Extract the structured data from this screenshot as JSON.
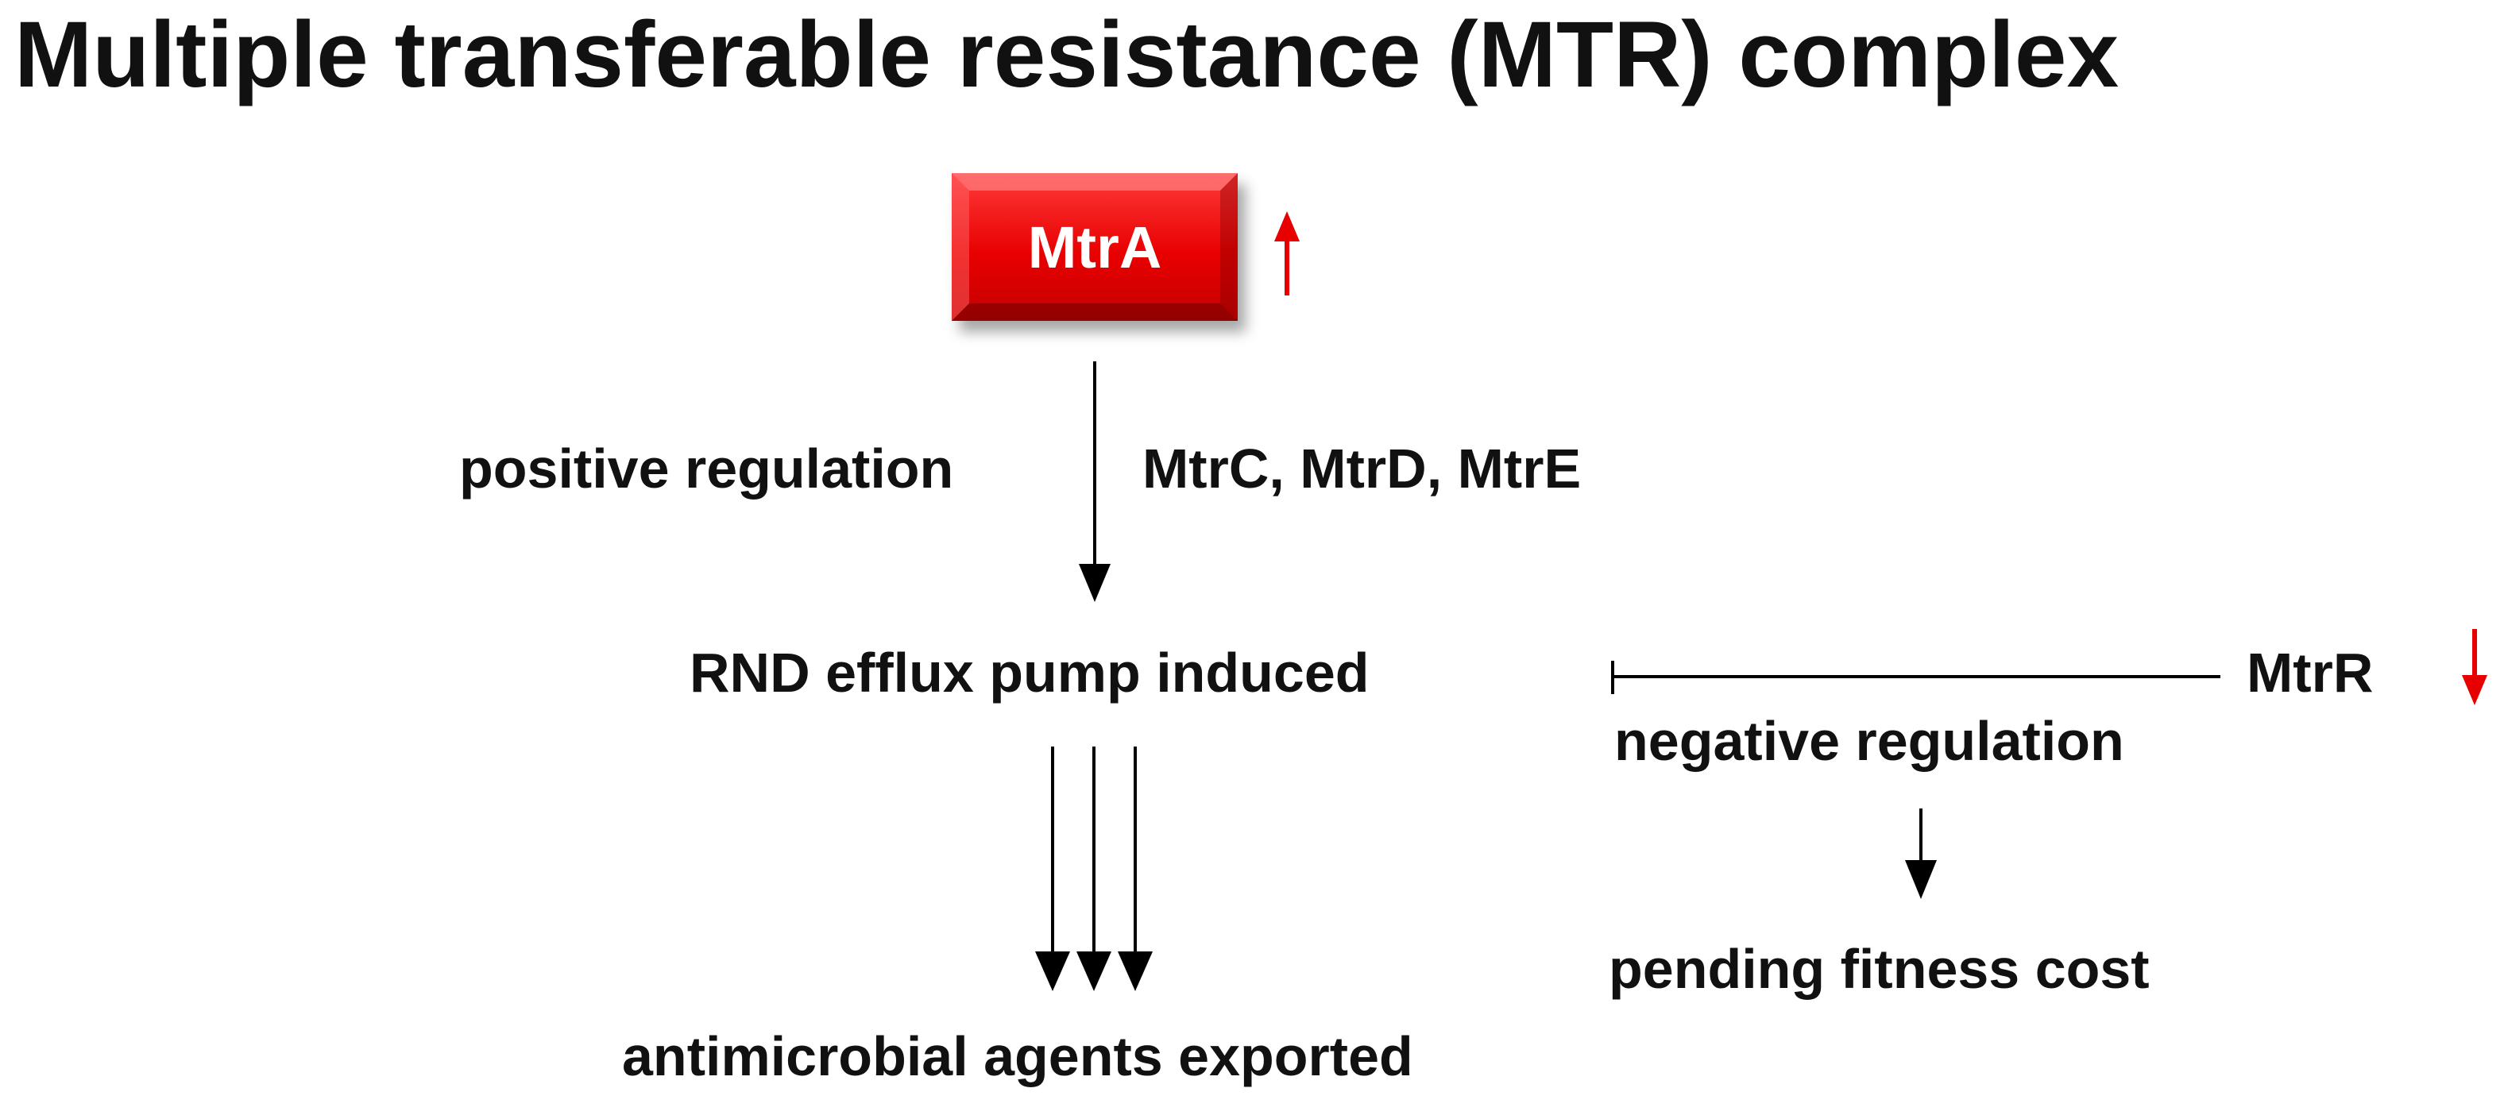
{
  "title": "Multiple transferable resistance (MTR) complex",
  "nodes": {
    "mtra": "MtrA",
    "positive_regulation": "positive regulation",
    "mtr_genes": "MtrC, MtrD, MtrE",
    "rnd_pump": "RND efflux pump induced",
    "mtrr": "MtrR",
    "negative_regulation": "negative regulation",
    "fitness_cost": "pending fitness cost",
    "exported": "antimicrobial agents exported"
  },
  "colors": {
    "box": "#e60000",
    "indicator_arrow": "#e60000",
    "line": "#000000",
    "text": "#111111"
  },
  "indicators": {
    "mtra": "up-arrow",
    "mtrr": "down-arrow"
  }
}
